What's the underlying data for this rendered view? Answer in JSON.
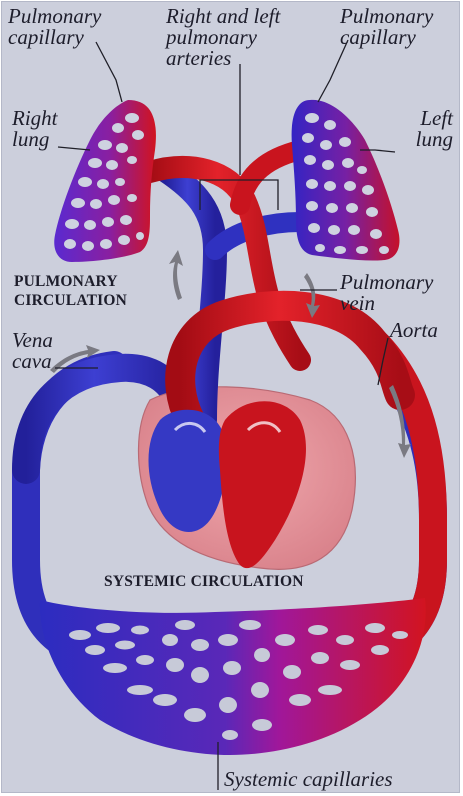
{
  "labels": {
    "pulmonary_capillary_right": "Pulmonary capillary",
    "arteries": "Right and left pulmonary arteries",
    "pulmonary_capillary_left": "Pulmonary capillary",
    "right_lung": "Right lung",
    "left_lung": "Left lung",
    "pulmonary_vein": "Pulmonary vein",
    "aorta": "Aorta",
    "vena_cava": "Vena cava",
    "systemic_capillaries": "Systemic capillaries"
  },
  "sections": {
    "pulmonary": "PULMONARY CIRCULATION",
    "systemic": "SYSTEMIC CIRCULATION"
  },
  "colors": {
    "oxygenated": "#c8141e",
    "deoxygenated": "#2b2bb0",
    "background": "#cccfdc"
  }
}
